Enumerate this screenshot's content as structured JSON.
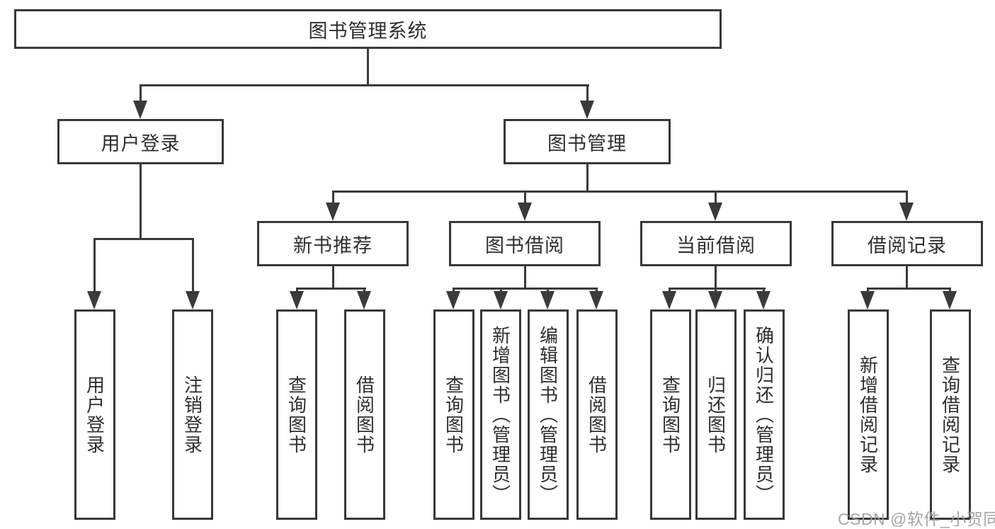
{
  "nodes": {
    "root": "图书管理系统",
    "user_login": "用户登录",
    "book_mgmt": "图书管理",
    "new_book_rec": "新书推荐",
    "book_borrow": "图书借阅",
    "current_borrow": "当前借阅",
    "borrow_records": "借阅记录",
    "leaf_user_login": "用户登录",
    "leaf_logout": "注销登录",
    "leaf_query_book_1": "查询图书",
    "leaf_borrow_book_1": "借阅图书",
    "leaf_query_book_2": "查询图书",
    "leaf_add_book": "新增图书（管理员）",
    "leaf_edit_book": "编辑图书（管理员）",
    "leaf_borrow_book_2": "借阅图书",
    "leaf_query_book_3": "查询图书",
    "leaf_return_book": "归还图书",
    "leaf_confirm_return": "确认归还（管理员）",
    "leaf_add_record": "新增借阅记录",
    "leaf_query_record": "查询借阅记录"
  },
  "hierarchy": {
    "root": [
      "user_login",
      "book_mgmt"
    ],
    "user_login": [
      "leaf_user_login",
      "leaf_logout"
    ],
    "book_mgmt": [
      "new_book_rec",
      "book_borrow",
      "current_borrow",
      "borrow_records"
    ],
    "new_book_rec": [
      "leaf_query_book_1",
      "leaf_borrow_book_1"
    ],
    "book_borrow": [
      "leaf_query_book_2",
      "leaf_add_book",
      "leaf_edit_book",
      "leaf_borrow_book_2"
    ],
    "current_borrow": [
      "leaf_query_book_3",
      "leaf_return_book",
      "leaf_confirm_return"
    ],
    "borrow_records": [
      "leaf_add_record",
      "leaf_query_record"
    ]
  },
  "watermark": "CSDN @软件_小贺同学",
  "colors": {
    "line": "#3a3a3a",
    "box_border": "#383838",
    "text": "#2e2e2e",
    "watermark": "#9e9e9e",
    "background": "#ffffff"
  }
}
